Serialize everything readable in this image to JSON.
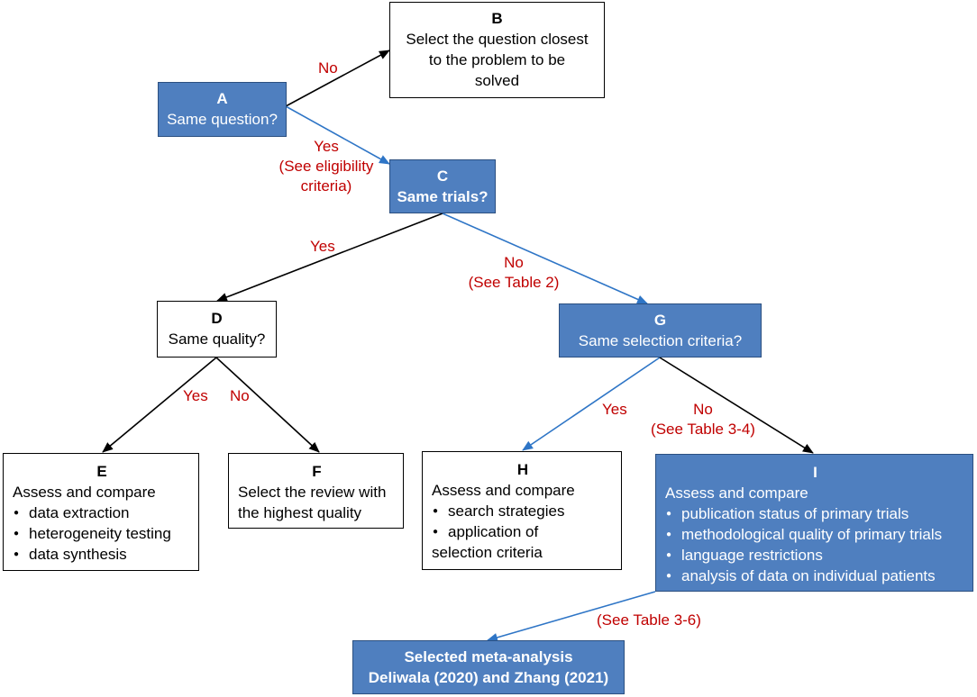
{
  "boxes": {
    "A": {
      "letter": "A",
      "text": "Same question?"
    },
    "B": {
      "letter": "B",
      "lines": [
        "Select the question closest",
        "to the problem to be",
        "solved"
      ]
    },
    "C": {
      "letter": "C",
      "text": "Same trials?"
    },
    "D": {
      "letter": "D",
      "text": "Same quality?"
    },
    "E": {
      "letter": "E",
      "heading": "Assess and compare",
      "items": [
        "data extraction",
        "heterogeneity testing",
        "data synthesis"
      ]
    },
    "F": {
      "letter": "F",
      "lines": [
        "Select the review with",
        "the highest quality"
      ]
    },
    "G": {
      "letter": "G",
      "text": "Same selection criteria?"
    },
    "H": {
      "letter": "H",
      "heading": "Assess and compare",
      "items": [
        "search strategies",
        "application of",
        "selection  criteria"
      ]
    },
    "I": {
      "letter": "I",
      "heading": "Assess and compare",
      "items": [
        "publication status of primary trials",
        "methodological quality of primary trials",
        "language restrictions",
        "analysis of data on individual patients"
      ]
    },
    "final": {
      "lines": [
        "Selected meta-analysis",
        "Deliwala (2020) and Zhang (2021)"
      ]
    }
  },
  "labels": {
    "a_to_b": "No",
    "a_to_c": [
      "Yes",
      "(See eligibility",
      "criteria)"
    ],
    "c_to_d": "Yes",
    "c_to_g": [
      "No",
      "(See  Table 2)"
    ],
    "d_to_e": "Yes",
    "d_to_f": "No",
    "g_to_h": "Yes",
    "g_to_i": [
      "No",
      "(See  Table 3-4)"
    ],
    "i_to_final": "(See  Table 3-6)"
  },
  "colors": {
    "box_blue": "#4f7fbf",
    "label_red": "#c00000",
    "arrow_black": "#000000",
    "arrow_blue": "#2e75c6"
  }
}
